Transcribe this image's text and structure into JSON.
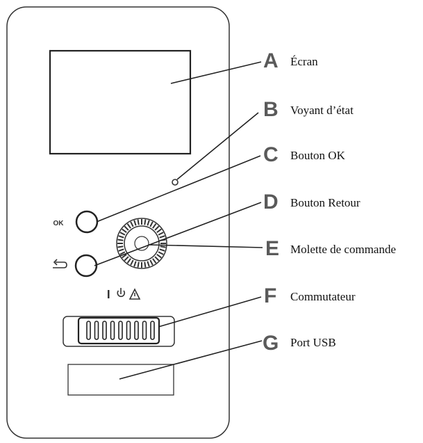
{
  "panel": {
    "ok_label": "OK",
    "back_symbol": "↶",
    "switch_symbols": {
      "on": "I",
      "standby": "⏻",
      "warning": "⚠"
    }
  },
  "callouts": [
    {
      "letter": "A",
      "text": "Écran"
    },
    {
      "letter": "B",
      "text": "Voyant d’état"
    },
    {
      "letter": "C",
      "text": "Bouton OK"
    },
    {
      "letter": "D",
      "text": "Bouton Retour"
    },
    {
      "letter": "E",
      "text": "Molette de commande"
    },
    {
      "letter": "F",
      "text": "Commutateur"
    },
    {
      "letter": "G",
      "text": "Port USB"
    }
  ]
}
